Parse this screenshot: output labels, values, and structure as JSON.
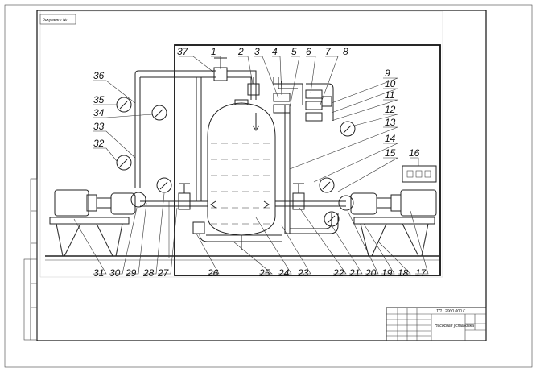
{
  "title_block": {
    "doc_code": "ТП...2000.000 Г",
    "name": "Насосная установка"
  },
  "corner_stamp": "документ №",
  "callouts": [
    {
      "n": "37",
      "name": "callout-37"
    },
    {
      "n": "1",
      "name": "callout-1"
    },
    {
      "n": "2",
      "name": "callout-2"
    },
    {
      "n": "3",
      "name": "callout-3"
    },
    {
      "n": "4",
      "name": "callout-4"
    },
    {
      "n": "5",
      "name": "callout-5"
    },
    {
      "n": "6",
      "name": "callout-6"
    },
    {
      "n": "7",
      "name": "callout-7"
    },
    {
      "n": "8",
      "name": "callout-8"
    },
    {
      "n": "9",
      "name": "callout-9"
    },
    {
      "n": "10",
      "name": "callout-10"
    },
    {
      "n": "11",
      "name": "callout-11"
    },
    {
      "n": "12",
      "name": "callout-12"
    },
    {
      "n": "13",
      "name": "callout-13"
    },
    {
      "n": "14",
      "name": "callout-14"
    },
    {
      "n": "15",
      "name": "callout-15"
    },
    {
      "n": "16",
      "name": "callout-16"
    },
    {
      "n": "36",
      "name": "callout-36"
    },
    {
      "n": "35",
      "name": "callout-35"
    },
    {
      "n": "34",
      "name": "callout-34"
    },
    {
      "n": "33",
      "name": "callout-33"
    },
    {
      "n": "32",
      "name": "callout-32"
    },
    {
      "n": "31",
      "name": "callout-31"
    },
    {
      "n": "30",
      "name": "callout-30"
    },
    {
      "n": "29",
      "name": "callout-29"
    },
    {
      "n": "28",
      "name": "callout-28"
    },
    {
      "n": "27",
      "name": "callout-27"
    },
    {
      "n": "26",
      "name": "callout-26"
    },
    {
      "n": "25",
      "name": "callout-25"
    },
    {
      "n": "24",
      "name": "callout-24"
    },
    {
      "n": "23",
      "name": "callout-23"
    },
    {
      "n": "22",
      "name": "callout-22"
    },
    {
      "n": "21",
      "name": "callout-21"
    },
    {
      "n": "20",
      "name": "callout-20"
    },
    {
      "n": "19",
      "name": "callout-19"
    },
    {
      "n": "18",
      "name": "callout-18"
    },
    {
      "n": "17",
      "name": "callout-17"
    }
  ]
}
